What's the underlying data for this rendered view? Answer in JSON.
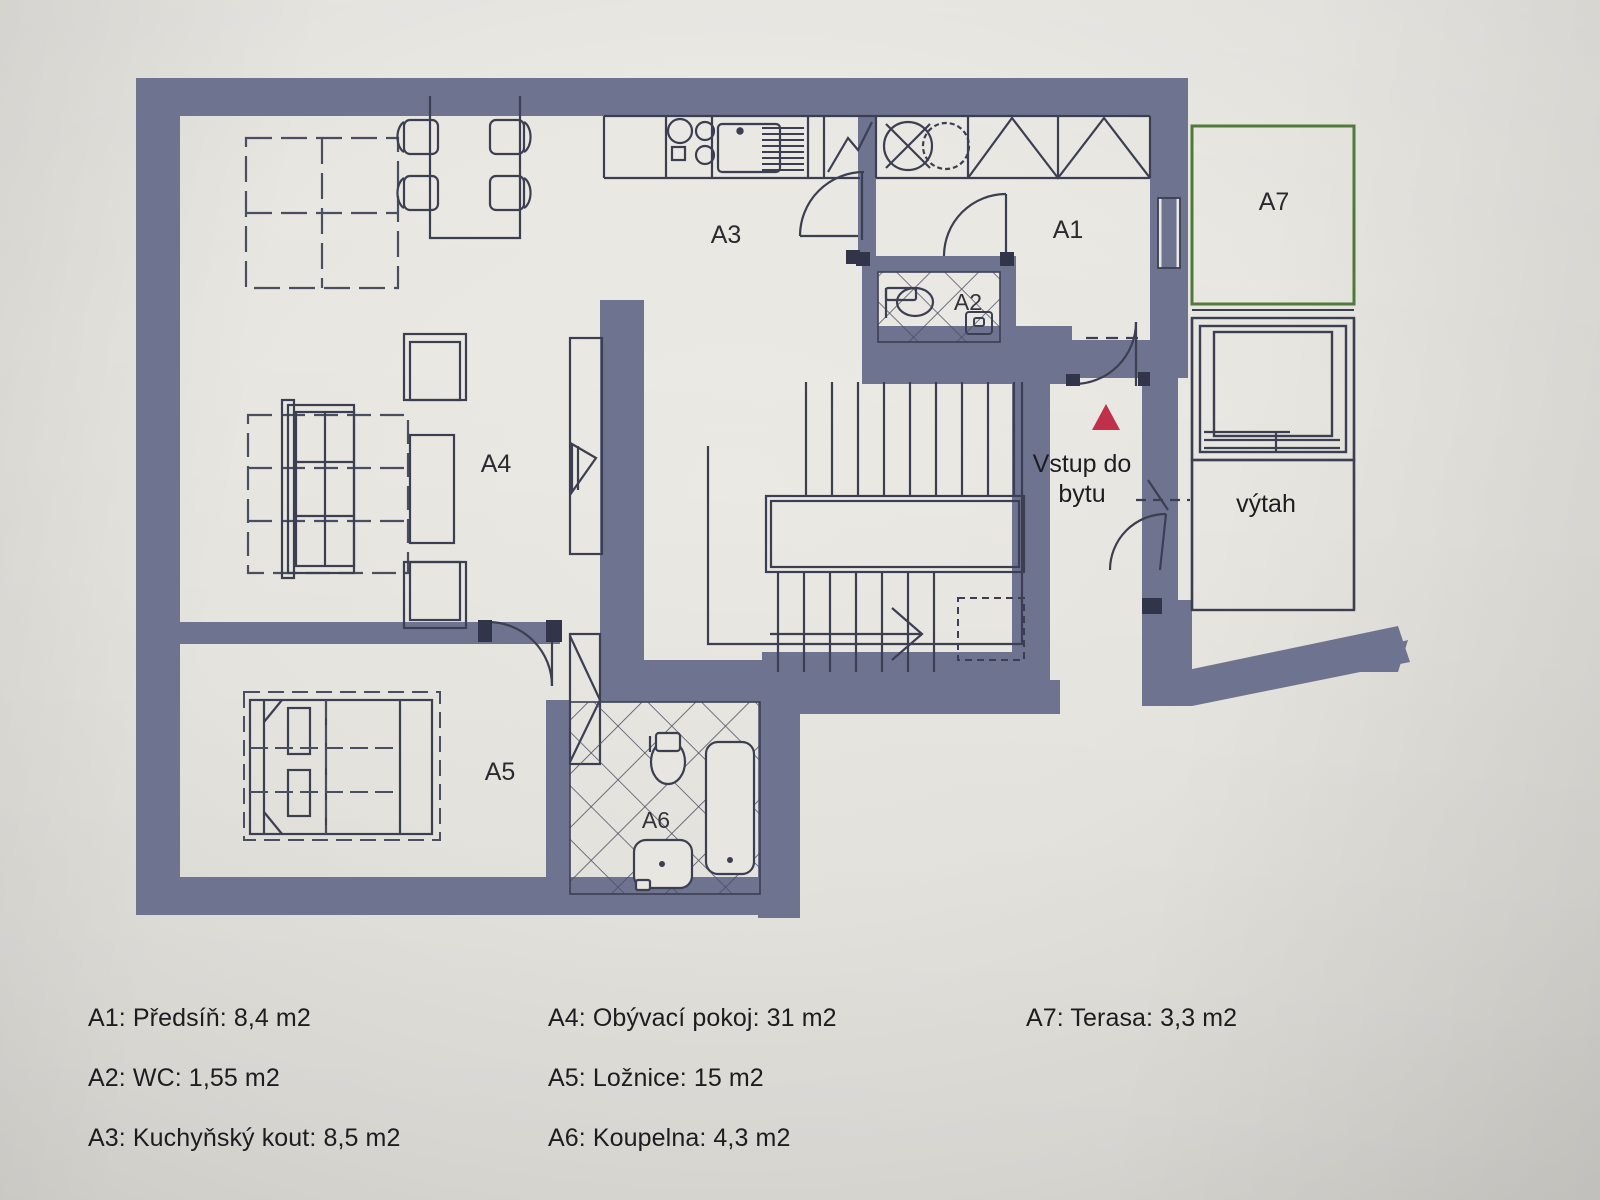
{
  "document": {
    "type": "apartment-floor-plan",
    "paper_color": "#e8e6e0"
  },
  "colors": {
    "wall": "#6e7490",
    "wall_dark": "#5f6584",
    "line": "#3c3f52",
    "terrace_outline": "#4f7a3a",
    "entrance_marker": "#c0304a",
    "text": "#1d1d1f"
  },
  "plan_labels": {
    "a1": "A1",
    "a2": "A2",
    "a3": "A3",
    "a4": "A4",
    "a5": "A5",
    "a6": "A6",
    "a7": "A7",
    "entrance_line1": "Vstup do",
    "entrance_line2": "bytu",
    "elevator": "výtah"
  },
  "legend": {
    "column1": [
      "A1: Předsíň: 8,4 m2",
      "A2: WC: 1,55 m2",
      "A3: Kuchyňský kout: 8,5 m2"
    ],
    "column2": [
      "A4: Obývací pokoj: 31 m2",
      "A5: Ložnice: 15 m2",
      "A6: Koupelna: 4,3 m2"
    ],
    "column3": [
      "A7: Terasa: 3,3 m2",
      "",
      ""
    ]
  },
  "rooms": [
    {
      "code": "A1",
      "name": "Předsíň",
      "area": "8,4 m2"
    },
    {
      "code": "A2",
      "name": "WC",
      "area": "1,55 m2"
    },
    {
      "code": "A3",
      "name": "Kuchyňský kout",
      "area": "8,5 m2"
    },
    {
      "code": "A4",
      "name": "Obývací pokoj",
      "area": "31 m2"
    },
    {
      "code": "A5",
      "name": "Ložnice",
      "area": "15 m2"
    },
    {
      "code": "A6",
      "name": "Koupelna",
      "area": "4,3 m2"
    },
    {
      "code": "A7",
      "name": "Terasa",
      "area": "3,3 m2"
    }
  ]
}
